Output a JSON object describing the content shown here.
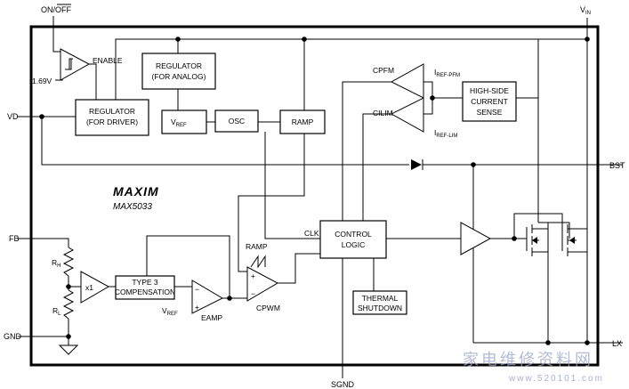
{
  "chip": {
    "brand": "MAXIM",
    "part": "MAX5033"
  },
  "pins": {
    "on_off": "ON/OFF",
    "vin": "V_IN",
    "vin_main": "V",
    "vin_sub": "IN",
    "vd": "VD",
    "bst": "BST",
    "fb": "FB",
    "gnd": "GND",
    "lx": "LX",
    "sgnd": "SGND"
  },
  "blocks": {
    "enable": "ENABLE",
    "ref_voltage": "1.69V",
    "reg_analog_1": "REGULATOR",
    "reg_analog_2": "(FOR ANALOG)",
    "reg_driver_1": "REGULATOR",
    "reg_driver_2": "(FOR DRIVER)",
    "vref_main": "V",
    "vref_sub": "REF",
    "osc": "OSC",
    "ramp_box": "RAMP",
    "cpfm": "CPFM",
    "cilim": "CILIM",
    "iref_pfm_main": "I",
    "iref_pfm_sub": "REF-PFM",
    "iref_lim_main": "I",
    "iref_lim_sub": "REF-LIM",
    "hs_sense_1": "HIGH-SIDE",
    "hs_sense_2": "CURRENT",
    "hs_sense_3": "SENSE",
    "ctrl_1": "CONTROL",
    "ctrl_2": "LOGIC",
    "clk": "CLK",
    "ramp_signal": "RAMP",
    "cpwm": "CPWM",
    "buffer": "x1",
    "comp_1": "TYPE 3",
    "comp_2": "COMPENSATION",
    "eamp": "EAMP",
    "eamp_ref_main": "V",
    "eamp_ref_sub": "REF",
    "thermal_1": "THERMAL",
    "thermal_2": "SHUTDOWN",
    "rh_main": "R",
    "rh_sub": "H",
    "rl_main": "R",
    "rl_sub": "L"
  },
  "watermark": {
    "text": "家电维修资料网",
    "url": "www.520101.com"
  }
}
